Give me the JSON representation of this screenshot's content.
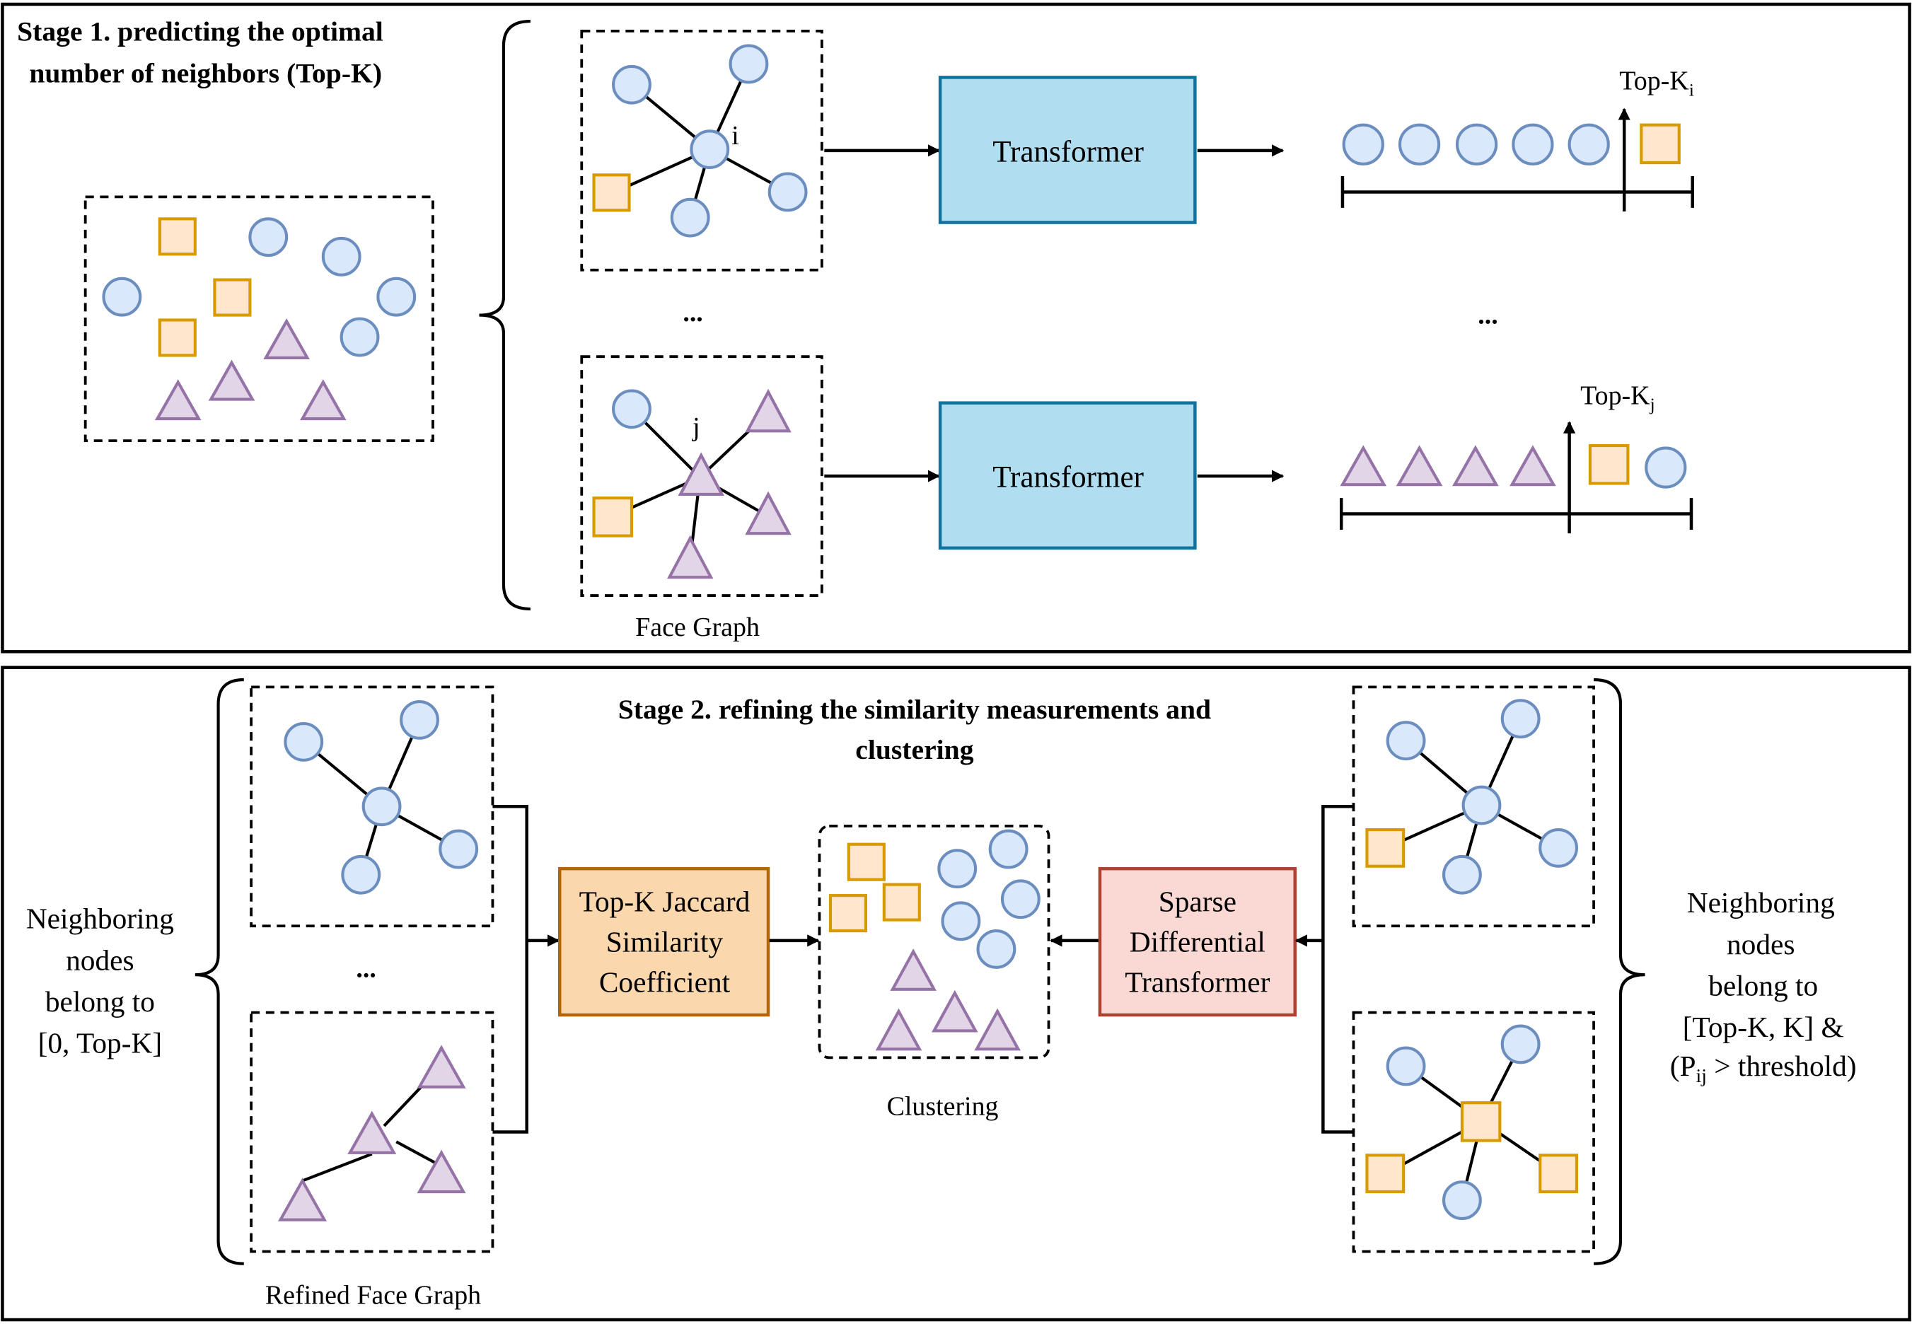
{
  "stage1": {
    "title_line1": "Stage 1. predicting the optimal",
    "title_line2": "number of neighbors (Top-K)",
    "node_label_i": "i",
    "node_label_j": "j",
    "transformer_top": "Transformer",
    "transformer_bottom": "Transformer",
    "ellipsis_left": "...",
    "ellipsis_right": "...",
    "topk_i_label": "Top-K",
    "topk_i_sub": "i",
    "topk_j_label": "Top-K",
    "topk_j_sub": "j",
    "face_graph_caption": "Face Graph"
  },
  "stage2": {
    "title_line1": "Stage 2. refining the similarity measurements and",
    "title_line2": "clustering",
    "left_note": [
      "Neighboring",
      "nodes",
      "belong to",
      "[0, Top-K]"
    ],
    "jaccard_box": [
      "Top-K Jaccard",
      "Similarity",
      "Coefficient"
    ],
    "sparse_box": [
      "Sparse",
      "Differential",
      "Transformer"
    ],
    "clustering_caption": "Clustering",
    "refined_caption": "Refined Face Graph",
    "ellipsis": "...",
    "right_note_lines": [
      "Neighboring",
      "nodes",
      "belong to",
      "[Top-K, K] &"
    ],
    "right_note_last_prefix": "(P",
    "right_note_last_sub": "ij",
    "right_note_last_suffix": " > threshold)"
  },
  "colors": {
    "circle_fill": "#dae8fc",
    "circle_stroke": "#6c8ebf",
    "square_fill": "#ffe6cc",
    "square_stroke": "#d79b00",
    "triangle_fill": "#e1d5e7",
    "triangle_stroke": "#9673a6",
    "transformer_fill": "#b1ddf0",
    "transformer_stroke": "#10739e",
    "jaccard_fill": "#fad7ac",
    "jaccard_stroke": "#b46504",
    "sparse_fill": "#fad9d5",
    "sparse_stroke": "#ae4132"
  }
}
